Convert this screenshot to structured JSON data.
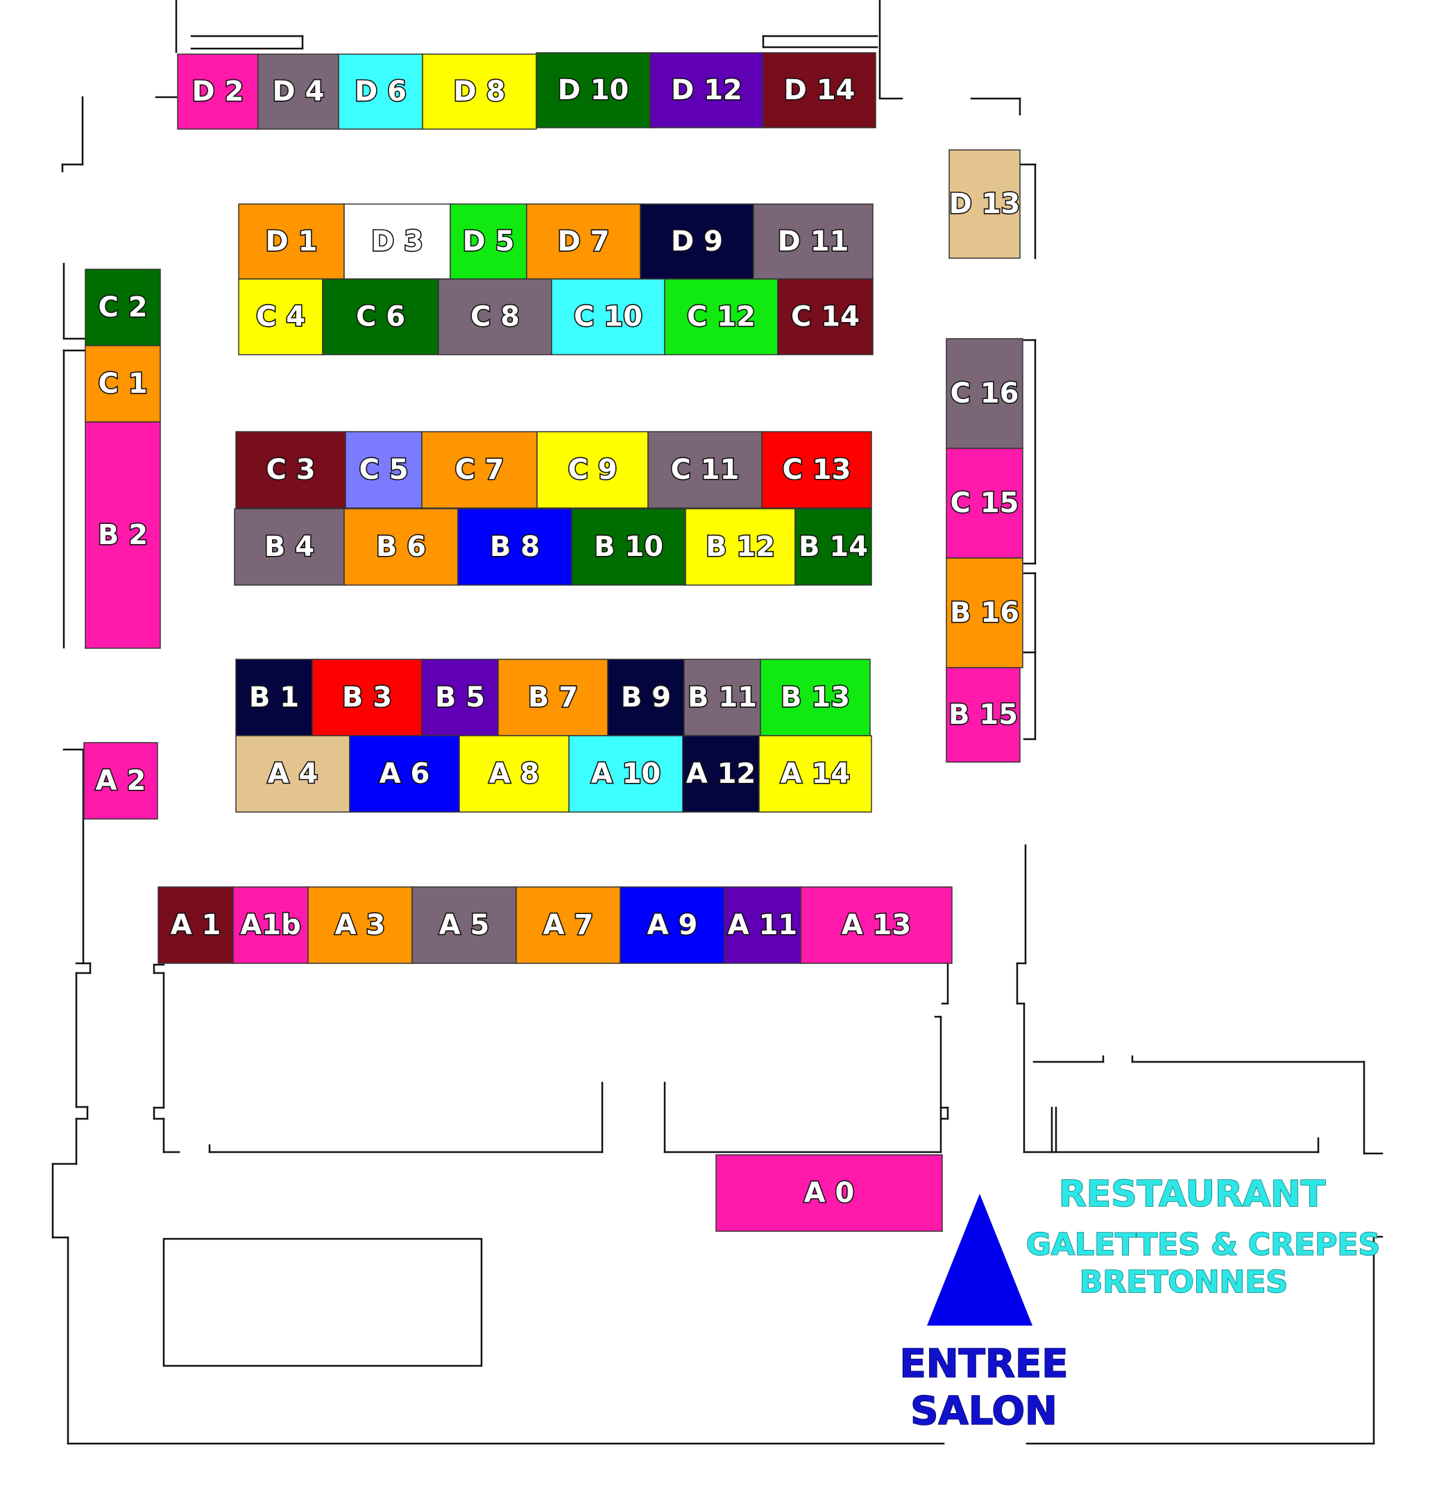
{
  "floorplan": {
    "booths": [
      {
        "id": "D 2",
        "color": "#ff1aab"
      },
      {
        "id": "D 4",
        "color": "#7a6676"
      },
      {
        "id": "D 6",
        "color": "#3dffff"
      },
      {
        "id": "D 8",
        "color": "#ffff00"
      },
      {
        "id": "D 10",
        "color": "#006d00"
      },
      {
        "id": "D 12",
        "color": "#5f00b4"
      },
      {
        "id": "D 14",
        "color": "#780d1c"
      },
      {
        "id": "D 13",
        "color": "#e4c48e"
      },
      {
        "id": "D 1",
        "color": "#ff9500"
      },
      {
        "id": "D 3",
        "color": "#ffffff"
      },
      {
        "id": "D 5",
        "color": "#10ea10"
      },
      {
        "id": "D 7",
        "color": "#ff9500"
      },
      {
        "id": "D 9",
        "color": "#04053f"
      },
      {
        "id": "D 11",
        "color": "#7a6676"
      },
      {
        "id": "C 4",
        "color": "#ffff00"
      },
      {
        "id": "C 6",
        "color": "#006d00"
      },
      {
        "id": "C 8",
        "color": "#7a6676"
      },
      {
        "id": "C 10",
        "color": "#3dffff"
      },
      {
        "id": "C 12",
        "color": "#10ea10"
      },
      {
        "id": "C 14",
        "color": "#780d1c"
      },
      {
        "id": "C 2",
        "color": "#006d00"
      },
      {
        "id": "C 1",
        "color": "#ff9500"
      },
      {
        "id": "B 2",
        "color": "#ff1aab"
      },
      {
        "id": "C 3",
        "color": "#780d1c"
      },
      {
        "id": "C 5",
        "color": "#7b7bff"
      },
      {
        "id": "C 7",
        "color": "#ff9500"
      },
      {
        "id": "C 9",
        "color": "#ffff00"
      },
      {
        "id": "C 11",
        "color": "#7a6676"
      },
      {
        "id": "C 13",
        "color": "#ff0000"
      },
      {
        "id": "B 4",
        "color": "#7a6676"
      },
      {
        "id": "B 6",
        "color": "#ff9500"
      },
      {
        "id": "B 8",
        "color": "#0000ff"
      },
      {
        "id": "B 10",
        "color": "#006d00"
      },
      {
        "id": "B 12",
        "color": "#ffff00"
      },
      {
        "id": "B 14",
        "color": "#006d00"
      },
      {
        "id": "C 16",
        "color": "#7a6676"
      },
      {
        "id": "C 15",
        "color": "#ff1aab"
      },
      {
        "id": "B 16",
        "color": "#ff9500"
      },
      {
        "id": "B 15",
        "color": "#ff1aab"
      },
      {
        "id": "B 1",
        "color": "#04053f"
      },
      {
        "id": "B 3",
        "color": "#ff0000"
      },
      {
        "id": "B 5",
        "color": "#5f00b4"
      },
      {
        "id": "B 7",
        "color": "#ff9500"
      },
      {
        "id": "B 9",
        "color": "#04053f"
      },
      {
        "id": "B 11",
        "color": "#7a6676"
      },
      {
        "id": "B 13",
        "color": "#10ea10"
      },
      {
        "id": "A 4",
        "color": "#e4c48e"
      },
      {
        "id": "A 6",
        "color": "#0000ff"
      },
      {
        "id": "A 8",
        "color": "#ffff00"
      },
      {
        "id": "A 10",
        "color": "#3dffff"
      },
      {
        "id": "A 12",
        "color": "#04053f"
      },
      {
        "id": "A 14",
        "color": "#ffff00"
      },
      {
        "id": "A 2",
        "color": "#ff1aab"
      },
      {
        "id": "A 1",
        "color": "#780d1c"
      },
      {
        "id": "A1b",
        "color": "#ff1aab"
      },
      {
        "id": "A 3",
        "color": "#ff9500"
      },
      {
        "id": "A 5",
        "color": "#7a6676"
      },
      {
        "id": "A 7",
        "color": "#ff9500"
      },
      {
        "id": "A 9",
        "color": "#0000ff"
      },
      {
        "id": "A 11",
        "color": "#5f00b4"
      },
      {
        "id": "A 13",
        "color": "#ff1aab"
      },
      {
        "id": "A 0",
        "color": "#ff1aab"
      }
    ],
    "restaurant": {
      "title": "RESTAURANT",
      "line1": "GALETTES & CREPES",
      "line2": "BRETONNES",
      "color": "#2ee6e6"
    },
    "entrance": {
      "line1": "ENTREE",
      "line2": "SALON",
      "color": "#1111cc"
    }
  }
}
